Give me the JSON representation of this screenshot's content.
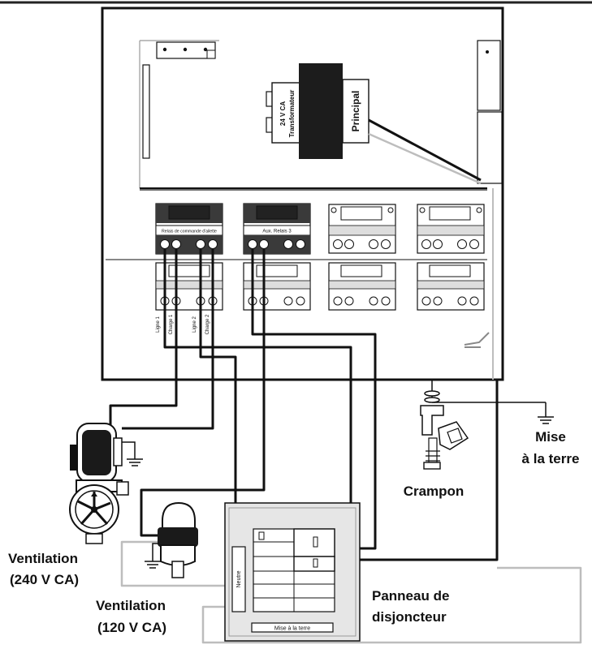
{
  "transformer": {
    "voltage": "24 V CA",
    "name": "Transformateur",
    "primary": "Principal"
  },
  "relays": {
    "relay1_label": "Relais de commande d'ailette",
    "relay2_label": "Aux. Relais 3"
  },
  "terminals": {
    "ligne1": "Ligne 1",
    "charge1": "Charge 1",
    "ligne2": "Ligne 2",
    "charge2": "Charge 2"
  },
  "labels": {
    "mise_line1": "Mise",
    "mise_line2": "à la terre",
    "crampon": "Crampon",
    "vent240_line1": "Ventilation",
    "vent240_line2": "(240 V CA)",
    "vent120_line1": "Ventilation",
    "vent120_line2": "(120 V CA)",
    "panel_line1": "Panneau de",
    "panel_line2": "disjoncteur",
    "neutre": "Neutre",
    "panel_ground": "Mise à la terre"
  },
  "colors": {
    "wire_black": "#111111",
    "wire_gray": "#bdbdbd",
    "panel_fill": "#e6e6e6",
    "relay_dark": "#3a3a3a"
  }
}
